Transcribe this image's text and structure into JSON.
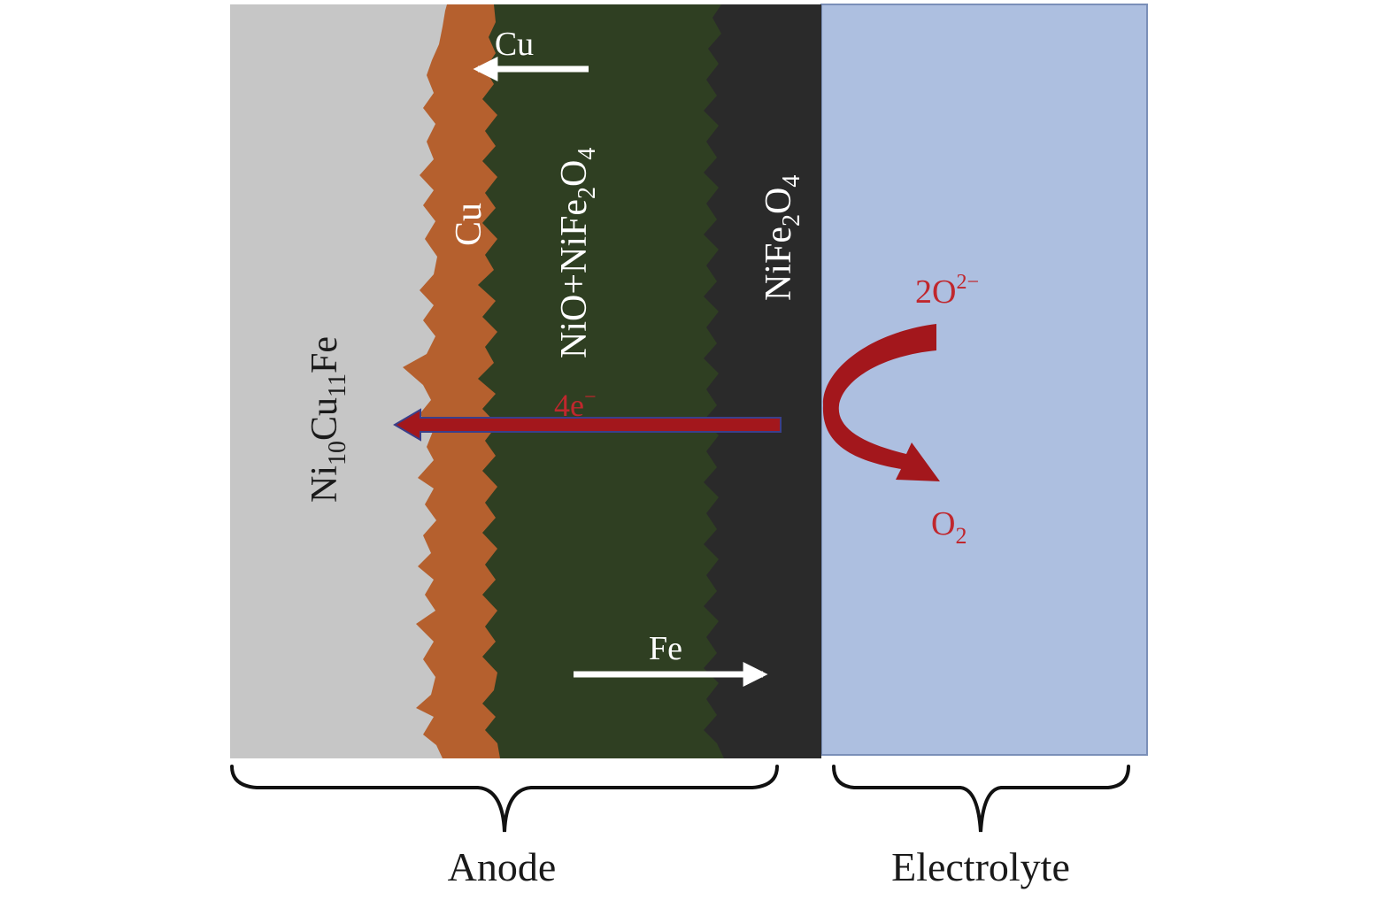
{
  "colors": {
    "alloy": "#c6c6c6",
    "copper": "#b5602e",
    "nio_layer": "#2f3f22",
    "ferrite_layer": "#2a2a2a",
    "electrolyte": "#adbfe0",
    "electrolyte_border": "#7a8fb8",
    "arrow_red": "#a3171c",
    "arrow_blue_edge": "#3a3f8a",
    "label_red": "#c0272d",
    "label_white": "#ffffff",
    "label_dark": "#1a1a1a",
    "brace": "#111111"
  },
  "layers": {
    "alloy": {
      "base": "Ni",
      "sub1": "10",
      "mid": "Cu",
      "sub2": "11",
      "tail": "Fe"
    },
    "copper": {
      "label": "Cu"
    },
    "nio": {
      "part1": "NiO+NiFe",
      "sub1": "2",
      "part2": "O",
      "sub2": "4"
    },
    "ferrite": {
      "part1": "NiFe",
      "sub1": "2",
      "part2": "O",
      "sub2": "4"
    }
  },
  "arrows": {
    "cu_migration": {
      "label": "Cu",
      "direction": "left"
    },
    "fe_migration": {
      "label": "Fe",
      "direction": "right"
    },
    "electrons": {
      "base": "4e",
      "sup": "−",
      "direction": "left"
    },
    "oxygen": {
      "reactant_base": "2O",
      "reactant_sup": "2−",
      "product_base": "O",
      "product_sub": "2"
    }
  },
  "braces": {
    "anode": "Anode",
    "electrolyte": "Electrolyte"
  }
}
